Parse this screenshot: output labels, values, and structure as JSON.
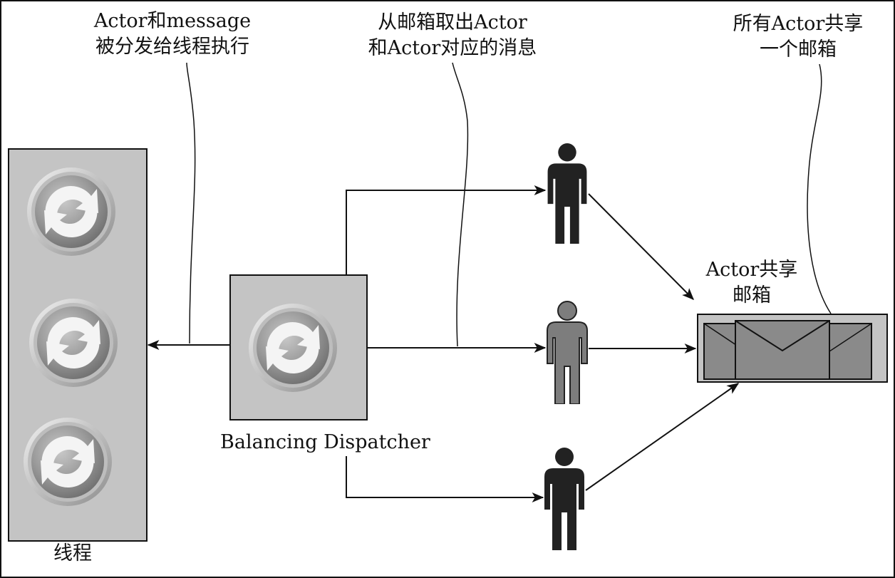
{
  "annotations": {
    "threads_note": {
      "line1": "Actor和message",
      "line2": "被分发给线程执行"
    },
    "mailbox_fetch_note": {
      "line1": "从邮箱取出Actor",
      "line2": "和Actor对应的消息"
    },
    "shared_mailbox_note": {
      "line1": "所有Actor共享",
      "line2": "一个邮箱"
    }
  },
  "dispatcher": {
    "label": "Balancing Dispatcher"
  },
  "threads": {
    "label": "线程"
  },
  "mailbox": {
    "line1": "Actor共享",
    "line2": "邮箱"
  },
  "colors": {
    "panel_fill": "#c4c4c4",
    "actor_dark": "#222222",
    "actor_active": "#7d7d7d",
    "mailbox_fill": "#8a8a8a",
    "border": "#111111"
  },
  "icons": {
    "thread_icon": "sync-arrows-icon",
    "actor_icon": "person-icon",
    "mailbox_icon": "envelope-icon"
  }
}
